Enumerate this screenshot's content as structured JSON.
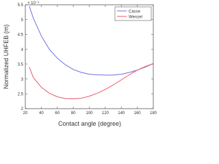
{
  "chart_data": {
    "type": "line",
    "title": "",
    "xlabel": "Contact angle (degree)",
    "ylabel": "Normalized UHFEB (m)",
    "y_exponent_label": "× 10⁻³",
    "xlim": [
      20,
      180
    ],
    "ylim": [
      2,
      5.5
    ],
    "x_ticks": [
      "20",
      "40",
      "60",
      "80",
      "100",
      "120",
      "140",
      "160",
      "180"
    ],
    "y_ticks": [
      "2",
      "2.5",
      "3",
      "3.5",
      "4",
      "4.5",
      "5",
      "5.5"
    ],
    "grid": false,
    "legend_position": "top-right",
    "series": [
      {
        "name": "Casse",
        "color": "#6f6fe0",
        "x": [
          25,
          30,
          40,
          50,
          60,
          70,
          80,
          90,
          100,
          110,
          120,
          130,
          140,
          150,
          160,
          170,
          180
        ],
        "y": [
          5.45,
          5.05,
          4.45,
          4.0,
          3.7,
          3.48,
          3.32,
          3.22,
          3.16,
          3.14,
          3.13,
          3.13,
          3.16,
          3.22,
          3.3,
          3.4,
          3.52
        ]
      },
      {
        "name": "Wenzel",
        "color": "#ee5566",
        "x": [
          25,
          30,
          40,
          50,
          60,
          70,
          80,
          90,
          100,
          110,
          120,
          130,
          140,
          150,
          160,
          170,
          180
        ],
        "y": [
          3.4,
          3.05,
          2.72,
          2.52,
          2.4,
          2.34,
          2.33,
          2.35,
          2.42,
          2.52,
          2.65,
          2.8,
          2.97,
          3.14,
          3.3,
          3.42,
          3.52
        ]
      }
    ]
  }
}
